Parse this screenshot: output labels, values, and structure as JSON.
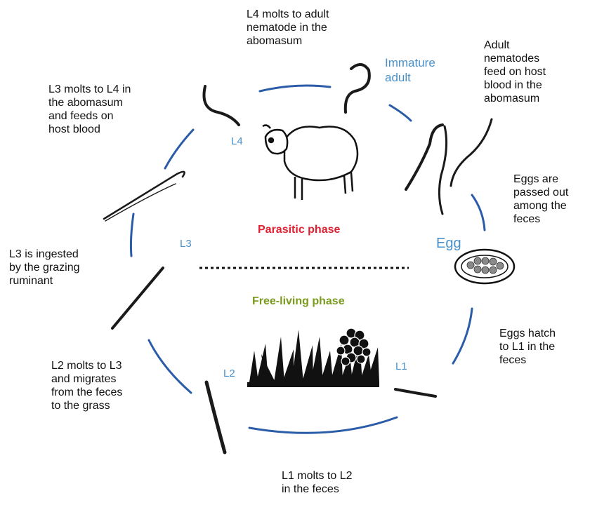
{
  "colors": {
    "cycle_arc": "#2a5ca8",
    "stage_label": "#4a90c8",
    "parasitic": "#e02030",
    "free_living": "#7a9a1e",
    "worm": "#1a1a1a"
  },
  "phases": {
    "parasitic": "Parasitic phase",
    "free_living": "Free-living phase"
  },
  "stages": {
    "l4": "L4",
    "immature_adult": "Immature\nadult",
    "egg": "Egg",
    "l1": "L1",
    "l2": "L2",
    "l3": "L3"
  },
  "descriptions": {
    "l4_to_adult": "L4 molts to adult\nnematode in the\nabomasum",
    "adults_feed": "Adult\nnematodes\nfeed on host\nblood in the\nabomasum",
    "eggs_passed": "Eggs are\npassed out\namong the\nfeces",
    "eggs_hatch": "Eggs hatch\nto L1 in the\nfeces",
    "l1_to_l2": "L1 molts to L2\nin the feces",
    "l2_to_l3": "L2 molts to L3\nand migrates\nfrom the feces\nto the grass",
    "l3_ingested": "L3 is ingested\nby the grazing\nruminant",
    "l3_to_l4": "L3 molts to L4 in\nthe abomasum\nand feeds on\nhost blood"
  },
  "icons": [
    "sheep-icon",
    "worm-icon",
    "egg-icon",
    "grass-icon",
    "feces-icon",
    "larva-icon"
  ]
}
